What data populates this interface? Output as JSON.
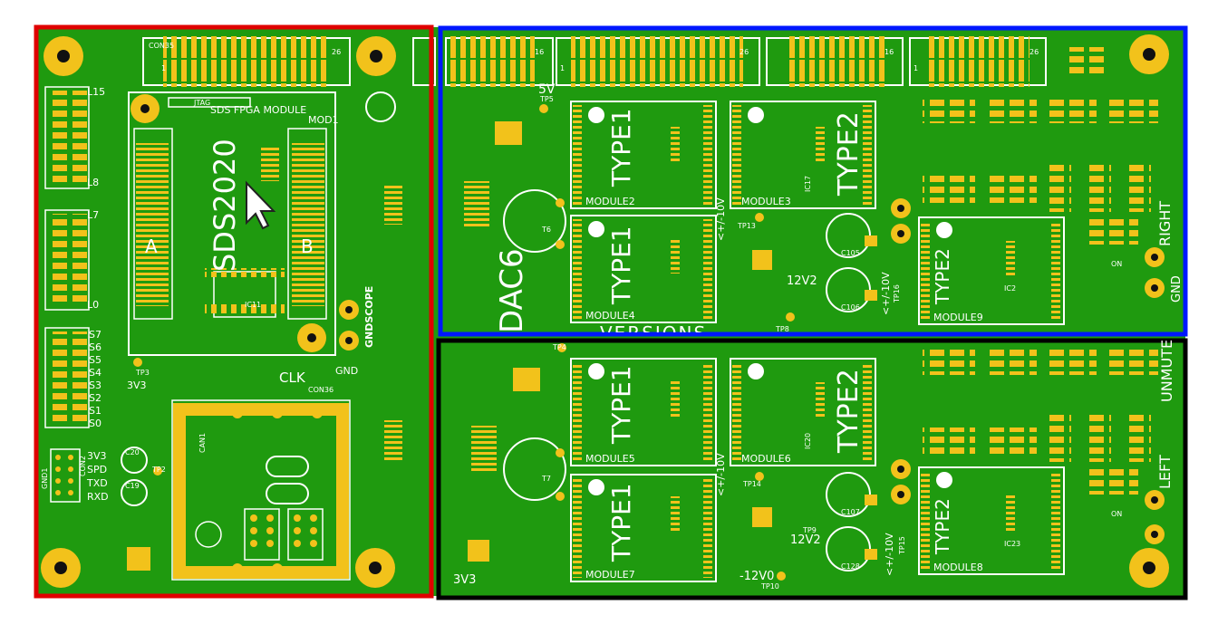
{
  "board": {
    "title": "SDS2020",
    "fpga_module": "SDS FPGA MODULE",
    "fpga_ref": "MOD1",
    "jtag": "JTAG",
    "row_a": "A",
    "row_b": "B",
    "con35": "CON35",
    "con36": "CON36",
    "gndscope": "GNDSCOPE",
    "clk": "CLK",
    "gnd": "GND",
    "can1": "CAN1",
    "ic11": "IC11",
    "pins": [
      "3V3",
      "SPD",
      "TXD",
      "RXD"
    ],
    "gnd1": "GND1",
    "con2": "CON2",
    "tp2": "TP2",
    "tp3": "TP3",
    "v3v3": "3V3",
    "c19": "C19",
    "c20": "C20",
    "l_labels": [
      "L15",
      "L8",
      "L7",
      "L0"
    ],
    "s_labels": [
      "S7",
      "S6",
      "S5",
      "S4",
      "S3",
      "S2",
      "S1",
      "S0"
    ],
    "header_pins": [
      "1",
      "16",
      "1",
      "26",
      "1",
      "16",
      "1",
      "26"
    ],
    "dac": "DAC6",
    "versions": "VERSIONS",
    "modules": [
      "MODULE2",
      "MODULE3",
      "MODULE4",
      "MODULE5",
      "MODULE6",
      "MODULE7",
      "MODULE8",
      "MODULE9"
    ],
    "type1": "TYPE1",
    "type2": "TYPE2",
    "v5": "5V",
    "tp5": "TP5",
    "tp4": "TP4",
    "t6": "T6",
    "t7": "T7",
    "tp13": "TP13",
    "tp14": "TP14",
    "tp8": "TP8",
    "tp9": "TP9",
    "tp10": "TP10",
    "tp15": "TP15",
    "tp16": "TP16",
    "v12": "12V2",
    "vneg12": "-12V0",
    "vpm10": "<+/-10V",
    "c105": "C105",
    "c106": "C106",
    "c107": "C107",
    "c128": "C128",
    "ic2": "IC2",
    "ic23": "IC23",
    "ic17": "IC17",
    "ic20": "IC20",
    "right": "RIGHT",
    "left": "LEFT",
    "gnd_side": "GND",
    "unmute": "UNMUTE",
    "on": "ON"
  },
  "colors": {
    "pcb": "#1f9a0f",
    "pad": "#f2c21b",
    "silk": "#ffffff",
    "red_frame": "#e00000",
    "blue_frame": "#0018ff",
    "black_frame": "#000000"
  },
  "regions": [
    "red",
    "blue",
    "black"
  ]
}
